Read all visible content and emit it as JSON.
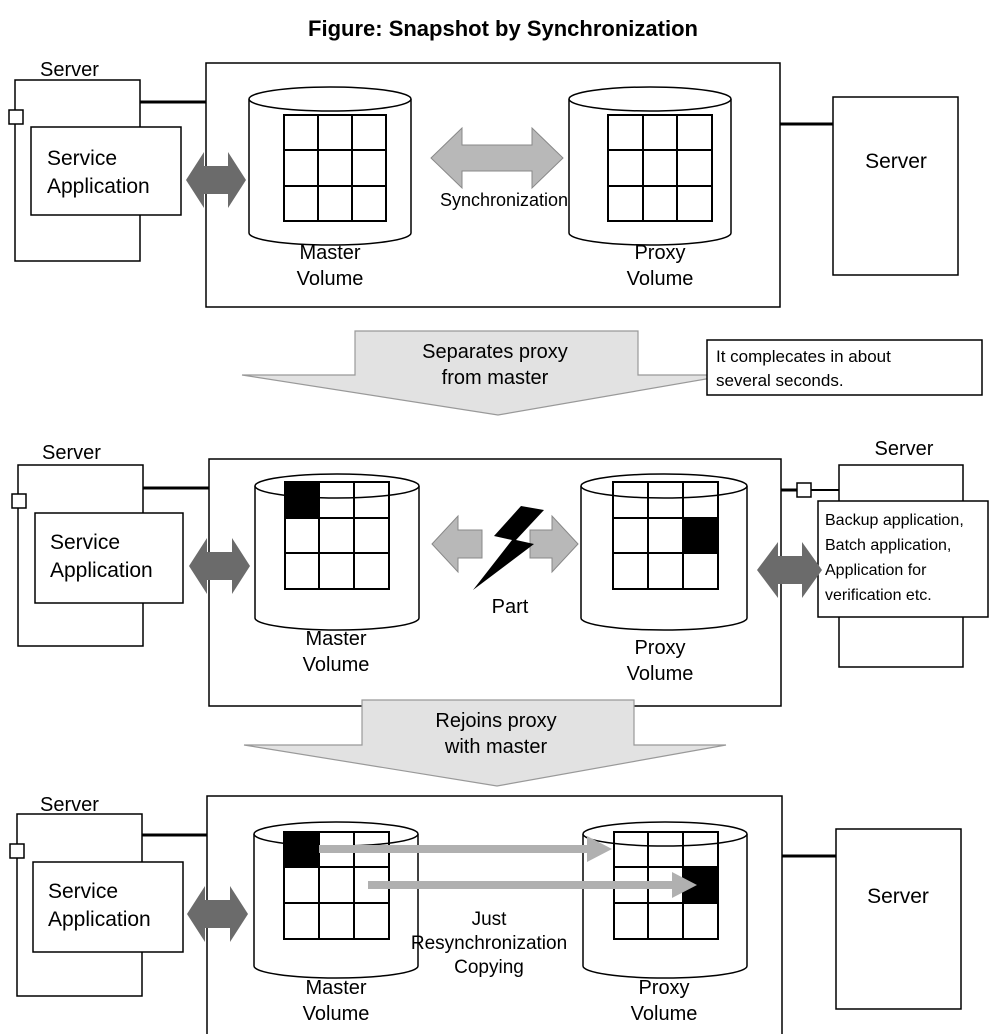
{
  "title": "Figure: Snapshot by Synchronization",
  "stages": [
    {
      "left_server": "Server",
      "service_app": [
        "Service",
        "Application"
      ],
      "master": [
        "Master",
        "Volume"
      ],
      "proxy": [
        "Proxy",
        "Volume"
      ],
      "link_label": "Synchronization",
      "right_server": "Server"
    },
    {
      "left_server": "Server",
      "service_app": [
        "Service",
        "Application"
      ],
      "master": [
        "Master",
        "Volume"
      ],
      "proxy": [
        "Proxy",
        "Volume"
      ],
      "link_label": "Part",
      "right_server": "Server",
      "right_apps": [
        "Backup application,",
        "Batch application,",
        "Application for",
        "verification etc."
      ]
    },
    {
      "left_server": "Server",
      "service_app": [
        "Service",
        "Application"
      ],
      "master": [
        "Master",
        "Volume"
      ],
      "proxy": [
        "Proxy",
        "Volume"
      ],
      "link_label": [
        "Just",
        "Resynchronization",
        "Copying"
      ],
      "right_server": "Server"
    }
  ],
  "transitions": [
    {
      "label": [
        "Separates proxy",
        "from master"
      ],
      "note": [
        "It complecates in about",
        "several seconds."
      ]
    },
    {
      "label": [
        "Rejoins proxy",
        "with master"
      ]
    }
  ],
  "colors": {
    "outline": "#000000",
    "dark_arrow": "#6b6b6b",
    "light_arrow": "#b8b8b8",
    "funnel_fill": "#e2e2e2",
    "copy_arrow": "#b0b0b0",
    "changed_block": "#000000"
  },
  "icons": [
    "lightning-bolt-icon"
  ]
}
